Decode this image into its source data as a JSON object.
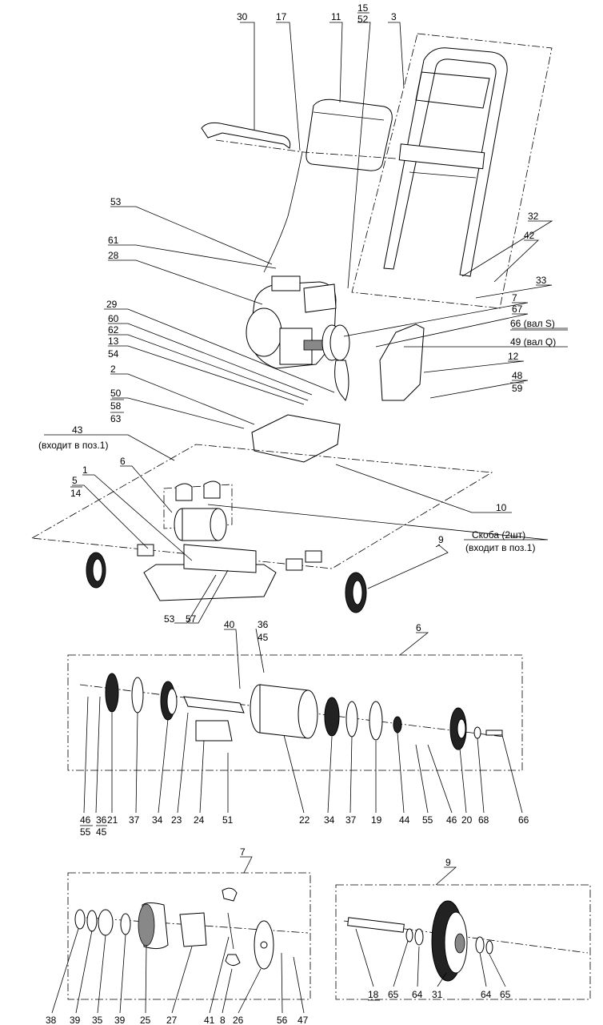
{
  "labels": {
    "l30": "30",
    "l17": "17",
    "l11": "11",
    "l15": "15",
    "l52": "52",
    "l3": "3",
    "l53a": "53",
    "l61": "61",
    "l28": "28",
    "l32": "32",
    "l42": "42",
    "l33": "33",
    "l29": "29",
    "l60": "60",
    "l62": "62",
    "l13": "13",
    "l54": "54",
    "l7a": "7",
    "l67": "67",
    "l66s": "66 (вал S)",
    "l49q": "49 (вал Q)",
    "l2": "2",
    "l12": "12",
    "l48": "48",
    "l59": "59",
    "l50": "50",
    "l58": "58",
    "l63": "63",
    "l43": "43",
    "l43note": "(входит в поз.1)",
    "l6a": "6",
    "l5": "5",
    "l14": "14",
    "l1": "1",
    "l10": "10",
    "skoba": "Скоба  (2шт)",
    "skobanote": "(входит в поз.1)",
    "l9a": "9",
    "l53b": "53",
    "l57": "57",
    "l40": "40",
    "l36a": "36",
    "l45a": "45",
    "l6b": "6",
    "b46": "46",
    "b55": "55",
    "b36": "36",
    "b45": "45",
    "b21": "21",
    "b37a": "37",
    "b34a": "34",
    "b23": "23",
    "b24": "24",
    "b51": "51",
    "b22": "22",
    "b34b": "34",
    "b37b": "37",
    "b19": "19",
    "b44": "44",
    "b55b": "55",
    "b46b": "46",
    "b20": "20",
    "b68": "68",
    "b66": "66",
    "l7b": "7",
    "c38": "38",
    "c39a": "39",
    "c35": "35",
    "c39b": "39",
    "c25": "25",
    "c27": "27",
    "c41": "41",
    "c8": "8",
    "c26": "26",
    "c56": "56",
    "c47": "47",
    "l9b": "9",
    "d18": "18",
    "d65a": "65",
    "d64a": "64",
    "d31": "31",
    "d64b": "64",
    "d65b": "65"
  }
}
